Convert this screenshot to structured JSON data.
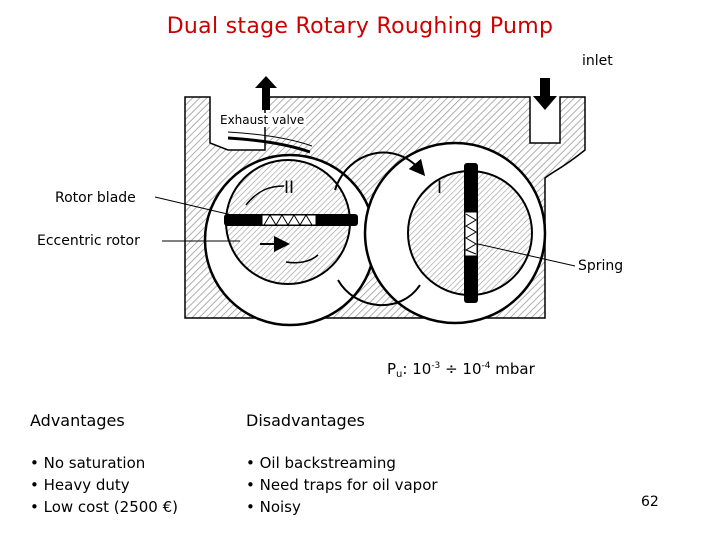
{
  "title": "Dual stage Rotary Roughing Pump",
  "labels": {
    "inlet": "inlet",
    "exhaust_valve": "Exhaust valve",
    "rotor_blade": "Rotor blade",
    "eccentric_rotor": "Eccentric rotor",
    "spring": "Spring",
    "stage_one": "I",
    "stage_two": "II"
  },
  "pressure": {
    "symbol": "P",
    "subscript": "u",
    "separator": ": ",
    "base_1": "10",
    "exp_1": "-3",
    "range_sign": " ÷ ",
    "base_2": "10",
    "exp_2": "-4",
    "unit": " mbar"
  },
  "advantages": {
    "heading": "Advantages",
    "items": [
      "• No saturation",
      "• Heavy duty",
      "• Low cost (2500 €)"
    ]
  },
  "disadvantages": {
    "heading": "Disadvantages",
    "items": [
      "• Oil backstreaming",
      "• Need traps for oil vapor",
      "• Noisy"
    ]
  },
  "page_number": "62",
  "colors": {
    "title": "#cc0000",
    "ink": "#000000",
    "hatch": "#9a9a9a"
  }
}
